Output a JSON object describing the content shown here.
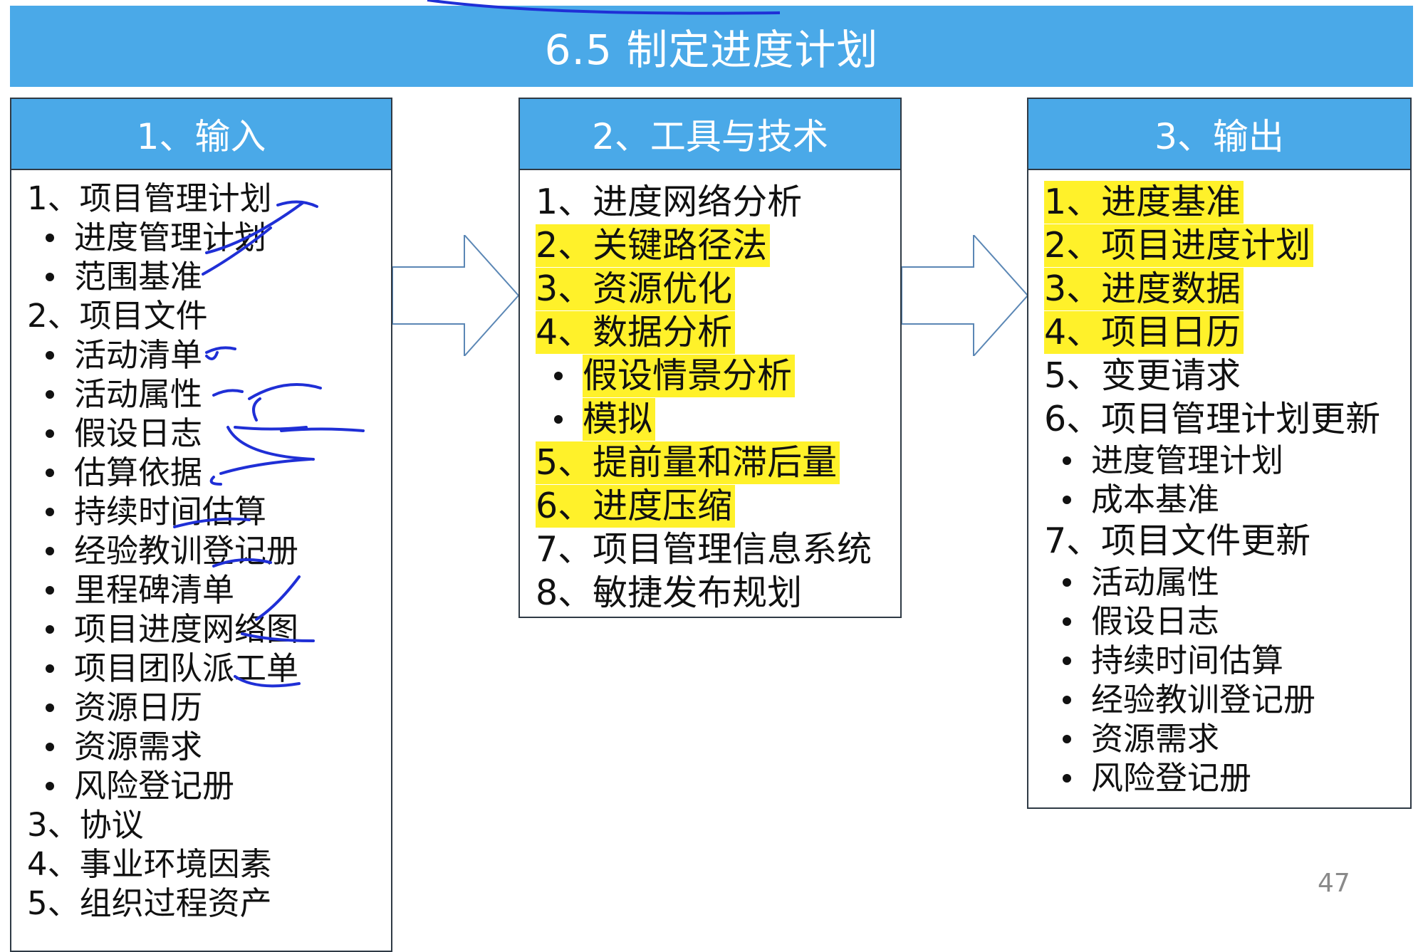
{
  "title": "6.5  制定进度计划",
  "input": {
    "heading": "1、输入",
    "items": [
      {
        "text": "1、项目管理计划",
        "sub": false
      },
      {
        "text": "进度管理计划",
        "sub": true
      },
      {
        "text": "范围基准",
        "sub": true
      },
      {
        "text": "2、项目文件",
        "sub": false
      },
      {
        "text": "活动清单",
        "sub": true
      },
      {
        "text": "活动属性",
        "sub": true
      },
      {
        "text": "假设日志",
        "sub": true
      },
      {
        "text": "估算依据",
        "sub": true
      },
      {
        "text": "持续时间估算",
        "sub": true
      },
      {
        "text": "经验教训登记册",
        "sub": true
      },
      {
        "text": "里程碑清单",
        "sub": true
      },
      {
        "text": "项目进度网络图",
        "sub": true
      },
      {
        "text": "项目团队派工单",
        "sub": true
      },
      {
        "text": "资源日历",
        "sub": true
      },
      {
        "text": "资源需求",
        "sub": true
      },
      {
        "text": "风险登记册",
        "sub": true
      },
      {
        "text": "3、协议",
        "sub": false
      },
      {
        "text": "4、事业环境因素",
        "sub": false
      },
      {
        "text": "5、组织过程资产",
        "sub": false
      }
    ]
  },
  "tools": {
    "heading": "2、工具与技术",
    "items": [
      {
        "text": "1、进度网络分析",
        "sub": false,
        "highlight": false
      },
      {
        "text": "2、关键路径法",
        "sub": false,
        "highlight": true
      },
      {
        "text": "3、资源优化",
        "sub": false,
        "highlight": true
      },
      {
        "text": "4、数据分析",
        "sub": false,
        "highlight": true
      },
      {
        "text": "假设情景分析",
        "sub": true,
        "highlight": true
      },
      {
        "text": "模拟",
        "sub": true,
        "highlight": true
      },
      {
        "text": "5、提前量和滞后量",
        "sub": false,
        "highlight": true
      },
      {
        "text": "6、进度压缩",
        "sub": false,
        "highlight": true
      },
      {
        "text": "7、项目管理信息系统",
        "sub": false,
        "highlight": false
      },
      {
        "text": "8、敏捷发布规划",
        "sub": false,
        "highlight": false
      }
    ]
  },
  "output": {
    "heading": "3、输出",
    "items": [
      {
        "text": "1、进度基准",
        "sub": false,
        "highlight": true
      },
      {
        "text": "2、项目进度计划",
        "sub": false,
        "highlight": true
      },
      {
        "text": "3、进度数据",
        "sub": false,
        "highlight": true
      },
      {
        "text": "4、项目日历",
        "sub": false,
        "highlight": true
      },
      {
        "text": "5、变更请求",
        "sub": false,
        "highlight": false
      },
      {
        "text": "6、项目管理计划更新",
        "sub": false,
        "highlight": false
      },
      {
        "text": "进度管理计划",
        "sub": true,
        "highlight": false
      },
      {
        "text": "成本基准",
        "sub": true,
        "highlight": false
      },
      {
        "text": "7、项目文件更新",
        "sub": false,
        "highlight": false
      },
      {
        "text": "活动属性",
        "sub": true,
        "highlight": false
      },
      {
        "text": "假设日志",
        "sub": true,
        "highlight": false
      },
      {
        "text": "持续时间估算",
        "sub": true,
        "highlight": false
      },
      {
        "text": "经验教训登记册",
        "sub": true,
        "highlight": false
      },
      {
        "text": "资源需求",
        "sub": true,
        "highlight": false
      },
      {
        "text": "风险登记册",
        "sub": true,
        "highlight": false
      }
    ]
  },
  "page_number": "47",
  "colors": {
    "header_blue": "#4aa9e8",
    "highlight_yellow": "#fff12a",
    "ink_blue": "#1f2fd6"
  }
}
